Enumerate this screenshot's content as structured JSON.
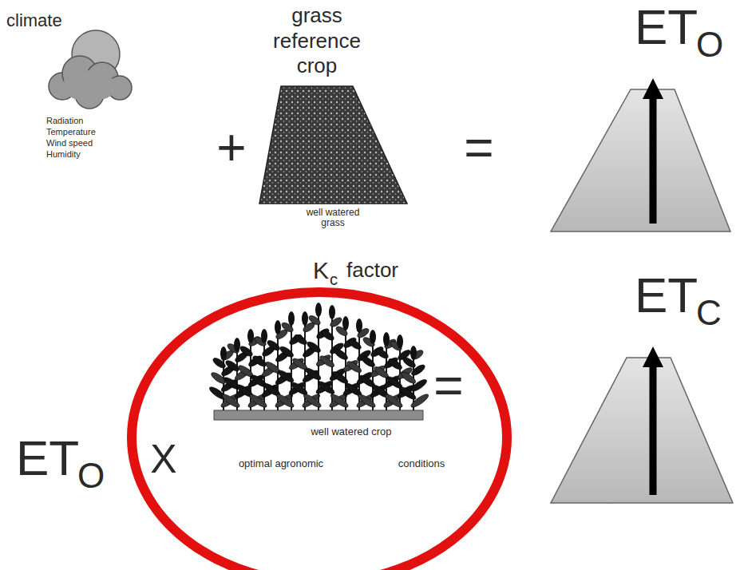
{
  "diagram": {
    "labels": [
      "climate",
      "Radiation",
      "Temperature",
      "Wind speed",
      "Humidity",
      "+",
      "grass reference crop",
      "well watered grass",
      "=",
      "ET",
      "O",
      "ET",
      "O",
      "X",
      "K",
      "c",
      "factor",
      "well watered crop",
      "optimal agronomic",
      "conditions",
      "=",
      "ET",
      "C"
    ]
  }
}
